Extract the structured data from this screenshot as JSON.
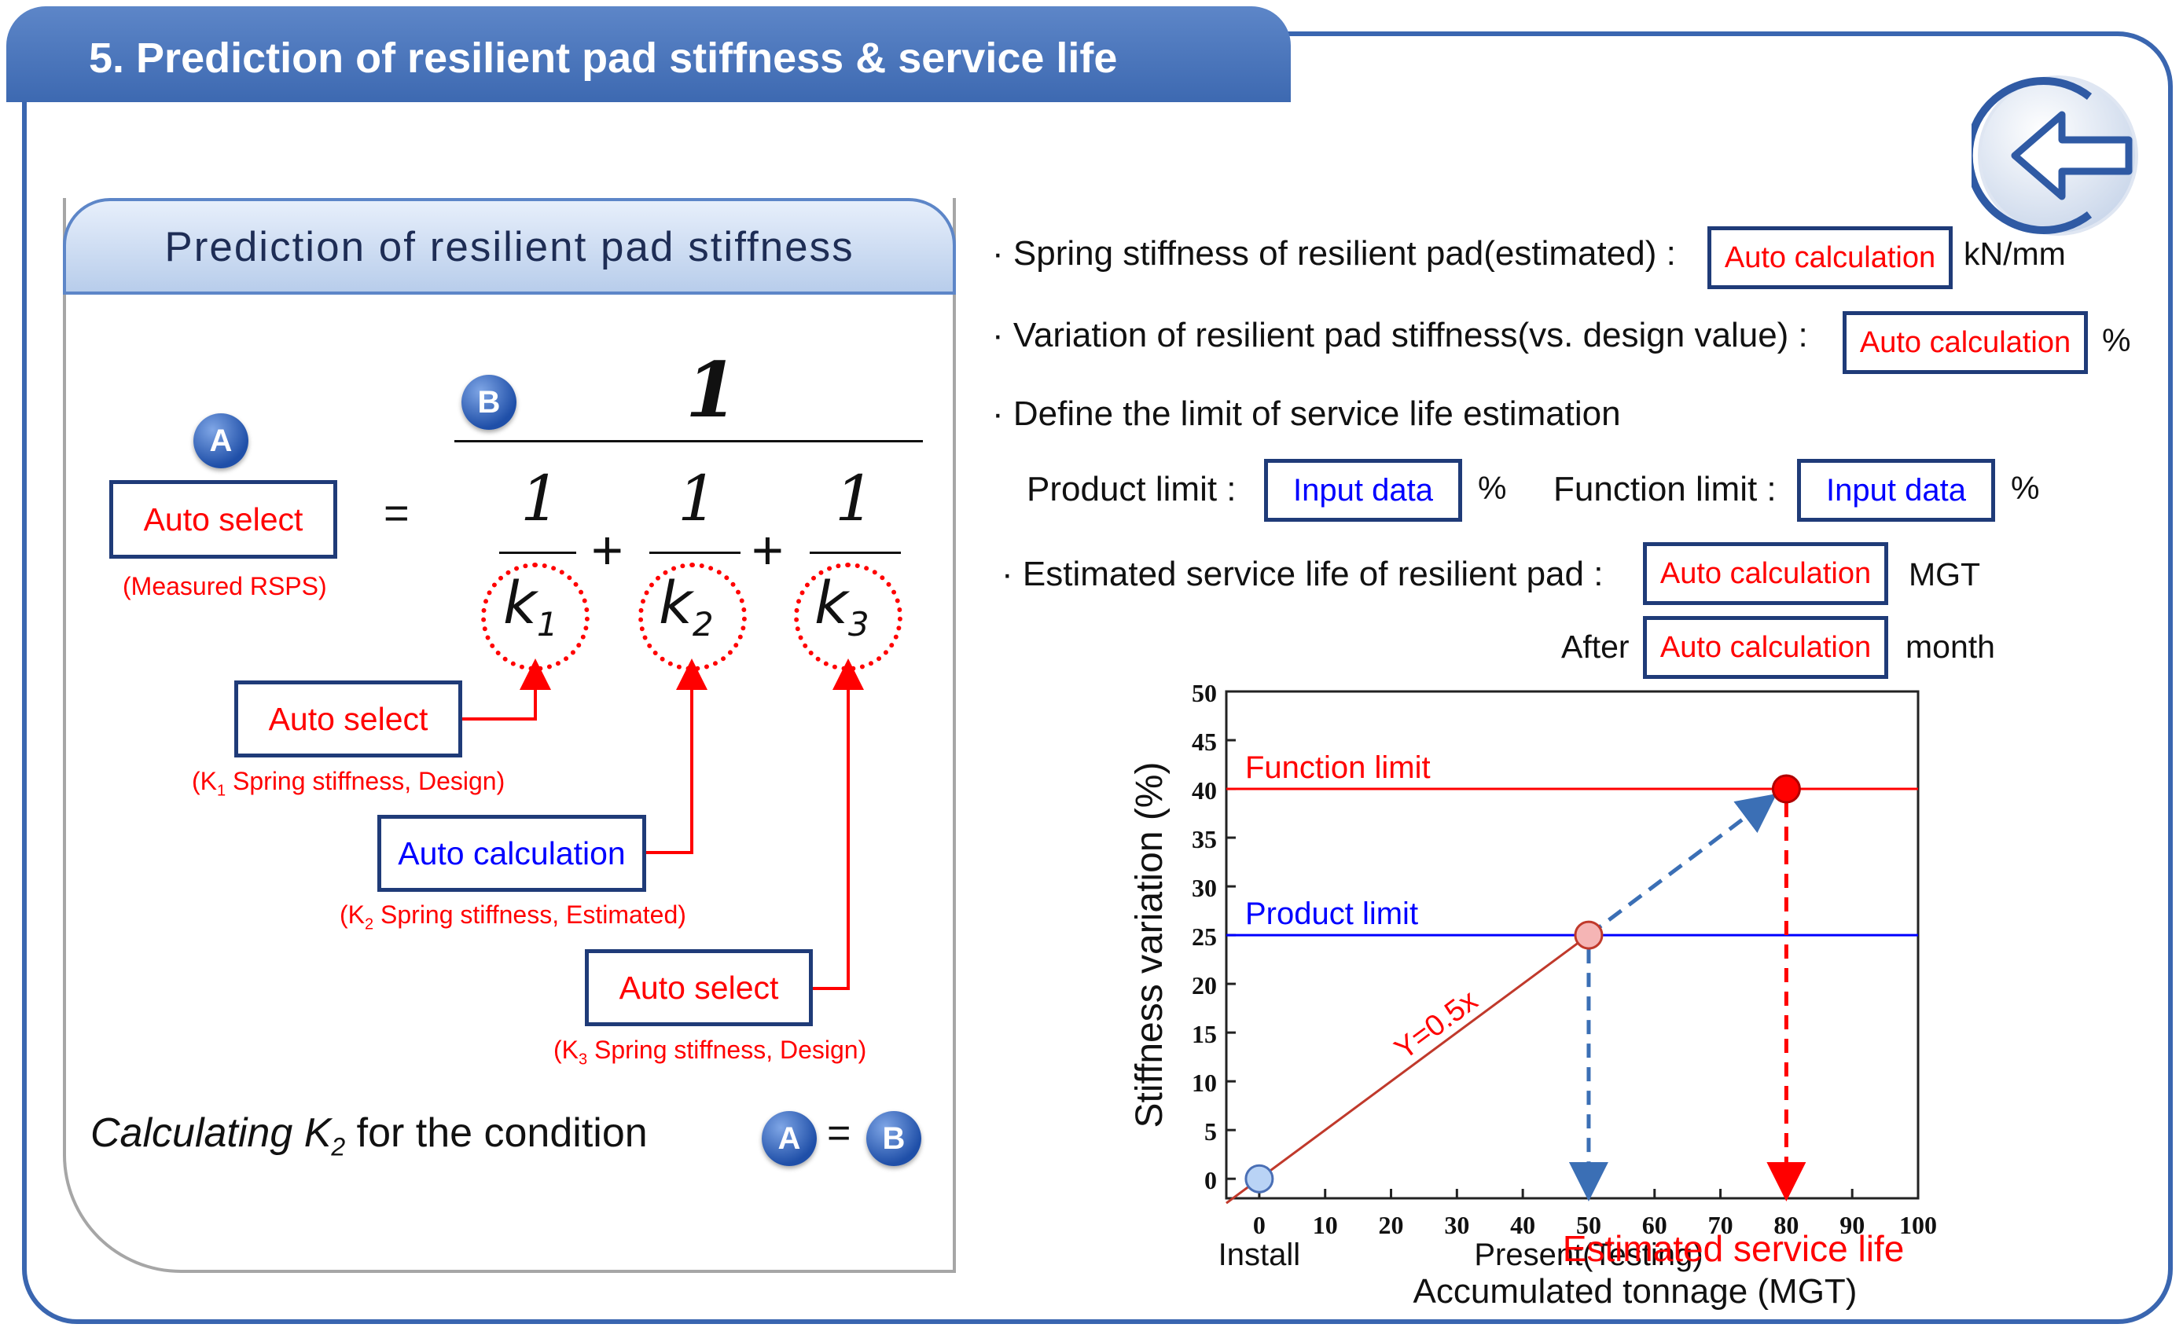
{
  "header": {
    "title": "5. Prediction of resilient pad stiffness & service life"
  },
  "back_icon": "back-arrow-icon",
  "left_panel": {
    "title": "Prediction of resilient pad stiffness",
    "badge_a": "A",
    "badge_b": "B",
    "measured_box": {
      "label": "Auto select",
      "caption": "(Measured RSPS)"
    },
    "equals": "=",
    "numerator": "1",
    "fractions": [
      {
        "num": "1",
        "k": "k",
        "sub": "1"
      },
      {
        "num": "1",
        "k": "k",
        "sub": "2"
      },
      {
        "num": "1",
        "k": "k",
        "sub": "3"
      }
    ],
    "plus": "+",
    "k1_box": {
      "label": "Auto select",
      "caption_pre": "(K",
      "caption_sub": "1",
      "caption_post": " Spring stiffness, Design)"
    },
    "k2_box": {
      "label": "Auto calculation",
      "caption_pre": "(K",
      "caption_sub": "2",
      "caption_post": " Spring stiffness, Estimated)"
    },
    "k3_box": {
      "label": "Auto select",
      "caption_pre": "(K",
      "caption_sub": "3",
      "caption_post": " Spring stiffness, Design)"
    },
    "condition": {
      "pre": "Calculating K",
      "sub": "2",
      "post": " for the condition",
      "eq": "="
    }
  },
  "right_panel": {
    "row1": {
      "label": "· Spring stiffness of resilient pad(estimated) :",
      "value": "Auto calculation",
      "unit": "kN/mm"
    },
    "row2": {
      "label": "· Variation of resilient pad stiffness(vs. design value) :",
      "value": "Auto calculation",
      "unit": "%"
    },
    "row3": {
      "label": "· Define the limit of service life estimation"
    },
    "product_limit": {
      "label": "Product limit :",
      "value": "Input data",
      "unit": "%"
    },
    "function_limit": {
      "label": "Function limit :",
      "value": "Input data",
      "unit": "%"
    },
    "row5": {
      "label": "· Estimated service life of resilient pad :",
      "value": "Auto calculation",
      "unit": "MGT"
    },
    "row6": {
      "label": "After",
      "value": "Auto calculation",
      "unit": "month"
    }
  },
  "chart_data": {
    "type": "line",
    "xlabel": "Accumulated  tonnage  (MGT)",
    "ylabel": "Stiffness  variation  (%)",
    "xlim": [
      -5,
      100
    ],
    "ylim": [
      -2,
      50
    ],
    "x_ticks": [
      0,
      10,
      20,
      30,
      40,
      50,
      60,
      70,
      80,
      90,
      100
    ],
    "y_ticks": [
      0,
      5,
      10,
      15,
      20,
      25,
      30,
      35,
      40,
      45,
      50
    ],
    "x_annotations": [
      {
        "x": 0,
        "text": "Install",
        "color": "#111111"
      },
      {
        "x": 50,
        "text": "Present(Testing)",
        "color": "#111111"
      },
      {
        "x": 80,
        "text": "Estimated  service  life",
        "color": "#ff0000"
      }
    ],
    "hlines": [
      {
        "y": 40,
        "label": "Function  limit",
        "color": "#ff0000"
      },
      {
        "y": 25,
        "label": "Product  limit",
        "color": "#0000ff"
      }
    ],
    "fit_line": {
      "label": "Y=0.5x",
      "x": [
        -5,
        50
      ],
      "y": [
        -2.5,
        25
      ],
      "color": "#c0392b"
    },
    "points": [
      {
        "x": 0,
        "y": 0,
        "fill": "#b9d3f5",
        "stroke": "#4a6fb5"
      },
      {
        "x": 50,
        "y": 25,
        "fill": "#f5b5b5",
        "stroke": "#c0392b"
      },
      {
        "x": 80,
        "y": 40,
        "fill": "#ff0000",
        "stroke": "#b00000"
      }
    ],
    "projection": {
      "x": [
        50,
        80
      ],
      "y": [
        25,
        40
      ],
      "color": "#3b6fb5"
    },
    "drop_lines": [
      {
        "x": 50,
        "from_y": 25,
        "color": "#3b6fb5"
      },
      {
        "x": 80,
        "from_y": 40,
        "color": "#ff0000"
      }
    ]
  }
}
